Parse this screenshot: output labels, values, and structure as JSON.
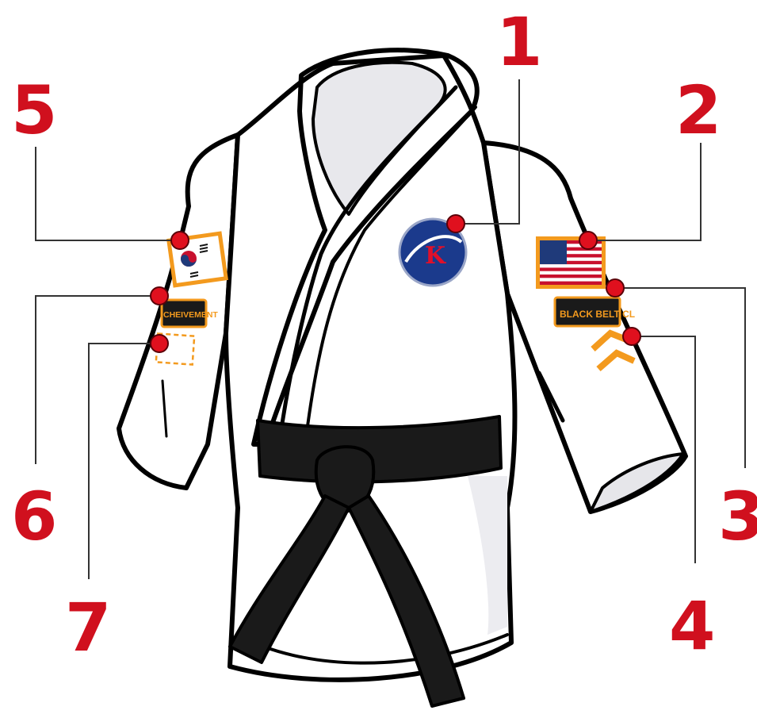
{
  "labels": {
    "n1": "1",
    "n2": "2",
    "n3": "3",
    "n4": "4",
    "n5": "5",
    "n6": "6",
    "n7": "7"
  },
  "patches": {
    "logo_letter": "K",
    "black_belt_patch": "BLACK BELT CL",
    "achievement_patch": "CHEIVEMENT"
  },
  "colors": {
    "label_red": "#d0101e",
    "marker_red": "#e0101e",
    "belt_black": "#1a1a1a",
    "patch_orange": "#f39a1e",
    "logo_blue": "#1b3a8c"
  }
}
